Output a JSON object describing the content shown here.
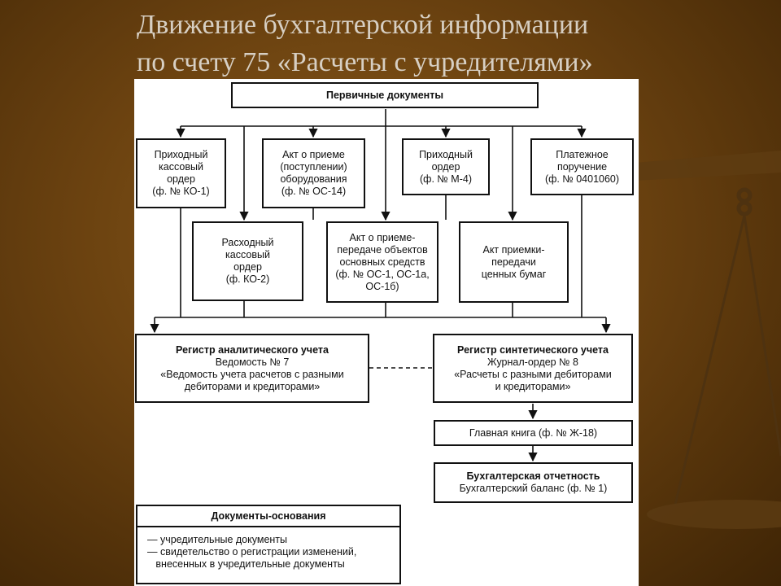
{
  "title": {
    "line1": "Движение бухгалтерской информации",
    "line2": "по счету 75 «Расчеты с учредителями»"
  },
  "diagram": {
    "primary": "Первичные документы",
    "docs_top": [
      [
        "Приходный",
        "кассовый",
        "ордер",
        "(ф. № КО-1)"
      ],
      [
        "Акт о приеме",
        "(поступлении)",
        "оборудования",
        "(ф. № ОС-14)"
      ],
      [
        "Приходный",
        "ордер",
        "(ф. № М-4)"
      ],
      [
        "Платежное",
        "поручение",
        "(ф. № 0401060)"
      ]
    ],
    "docs_mid": [
      [
        "Расходный",
        "кассовый",
        "ордер",
        "(ф. КО-2)"
      ],
      [
        "Акт о приеме-",
        "передаче объектов",
        "основных средств",
        "(ф. № ОС-1, ОС-1а,",
        "ОС-1б)"
      ],
      [
        "Акт приемки-",
        "передачи",
        "ценных бумаг"
      ]
    ],
    "analytic": {
      "bold": "Регистр аналитического учета",
      "lines": [
        "Ведомость № 7",
        "«Ведомость учета расчетов с разными",
        "дебиторами и кредиторами»"
      ]
    },
    "synthetic": {
      "bold": "Регистр синтетического учета",
      "lines": [
        "Журнал-ордер № 8",
        "«Расчеты с разными дебиторами",
        "и кредиторами»"
      ]
    },
    "ledger": "Главная книга (ф. № Ж-18)",
    "reporting": {
      "bold": "Бухгалтерская отчетность",
      "line": "Бухгалтерский баланс (ф. № 1)"
    },
    "basis": {
      "header": "Документы-основания",
      "items": [
        "— учредительные документы",
        "— свидетельство о регистрации изменений,",
        "   внесенных в учредительные документы"
      ]
    }
  },
  "colors": {
    "background": "#6b4210",
    "title": "#d7cfc3",
    "scale": "#5a3a12"
  }
}
